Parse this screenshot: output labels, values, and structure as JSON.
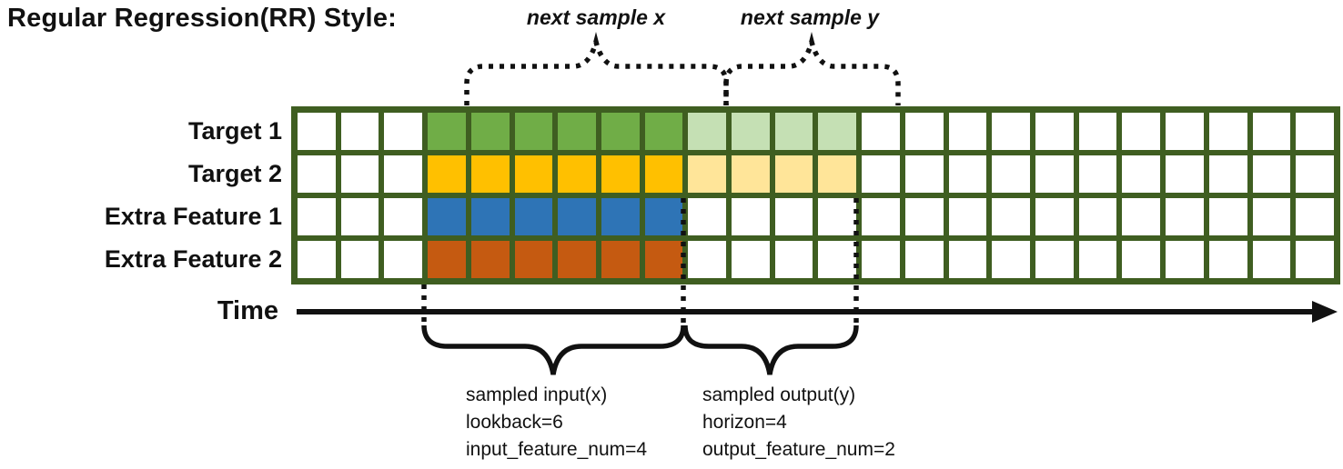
{
  "title": "Regular Regression(RR) Style:",
  "colors": {
    "white": "#ffffff",
    "green": "#70AD47",
    "light_green": "#C5E0B4",
    "yellow": "#FFC000",
    "light_yellow": "#FFE599",
    "blue": "#2E74B6",
    "orange": "#C55A11",
    "grid_border": "#3F5E21",
    "ink": "#111111"
  },
  "grid": {
    "columns": 24,
    "rows": [
      {
        "label": "Target 1",
        "segments": [
          {
            "count": 3,
            "color": "white"
          },
          {
            "count": 6,
            "color": "green"
          },
          {
            "count": 4,
            "color": "light_green"
          },
          {
            "count": 11,
            "color": "white"
          }
        ]
      },
      {
        "label": "Target 2",
        "segments": [
          {
            "count": 3,
            "color": "white"
          },
          {
            "count": 6,
            "color": "yellow"
          },
          {
            "count": 4,
            "color": "light_yellow"
          },
          {
            "count": 11,
            "color": "white"
          }
        ]
      },
      {
        "label": "Extra Feature 1",
        "segments": [
          {
            "count": 3,
            "color": "white"
          },
          {
            "count": 6,
            "color": "blue"
          },
          {
            "count": 15,
            "color": "white"
          }
        ]
      },
      {
        "label": "Extra Feature 2",
        "segments": [
          {
            "count": 3,
            "color": "white"
          },
          {
            "count": 6,
            "color": "orange"
          },
          {
            "count": 15,
            "color": "white"
          }
        ]
      }
    ]
  },
  "annotations": {
    "next_sample_x": "next sample x",
    "next_sample_y": "next sample y",
    "time_label": "Time",
    "input_lines": [
      "sampled input(x)",
      "lookback=6",
      "input_feature_num=4"
    ],
    "output_lines": [
      "sampled output(y)",
      "horizon=4",
      "output_feature_num=2"
    ]
  }
}
